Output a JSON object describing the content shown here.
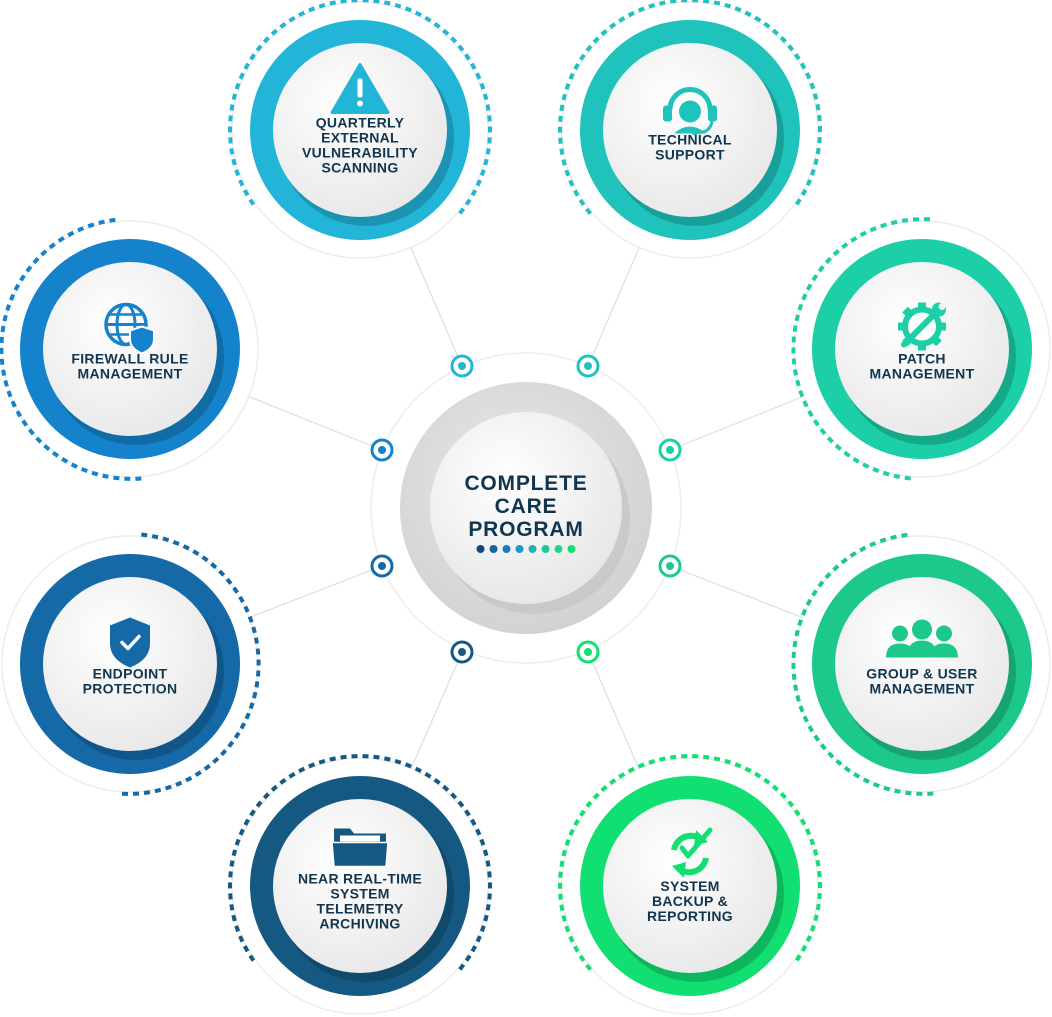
{
  "center": {
    "lines": [
      "COMPLETE",
      "CARE",
      "PROGRAM"
    ],
    "dot_colors": [
      "#12497a",
      "#15649e",
      "#1a7cc0",
      "#1d97c9",
      "#1fb3b4",
      "#1ec89b",
      "#1ed787",
      "#12e070"
    ]
  },
  "services": [
    {
      "id": "quarterly-scan",
      "lines": [
        "QUARTERLY",
        "EXTERNAL",
        "VULNERABILITY",
        "SCANNING"
      ],
      "icon": "warning-icon",
      "color": "#23b5d8"
    },
    {
      "id": "technical-support",
      "lines": [
        "TECHNICAL",
        "SUPPORT"
      ],
      "icon": "headset-icon",
      "color": "#1fc3bc"
    },
    {
      "id": "patch-management",
      "lines": [
        "PATCH",
        "MANAGEMENT"
      ],
      "icon": "gear-wrench-icon",
      "color": "#1ccfa6"
    },
    {
      "id": "group-user-management",
      "lines": [
        "GROUP & USER",
        "MANAGEMENT"
      ],
      "icon": "users-icon",
      "color": "#1dc98a"
    },
    {
      "id": "system-backup",
      "lines": [
        "SYSTEM",
        "BACKUP &",
        "REPORTING"
      ],
      "icon": "sync-check-icon",
      "color": "#12df72"
    },
    {
      "id": "telemetry-archiving",
      "lines": [
        "NEAR REAL-TIME",
        "SYSTEM",
        "TELEMETRY",
        "ARCHIVING"
      ],
      "icon": "folder-icon",
      "color": "#155983"
    },
    {
      "id": "endpoint-protection",
      "lines": [
        "ENDPOINT",
        "PROTECTION"
      ],
      "icon": "shield-check-icon",
      "color": "#1569a6"
    },
    {
      "id": "firewall-rule-management",
      "lines": [
        "FIREWALL RULE",
        "MANAGEMENT"
      ],
      "icon": "globe-shield-icon",
      "color": "#1583cc"
    }
  ]
}
